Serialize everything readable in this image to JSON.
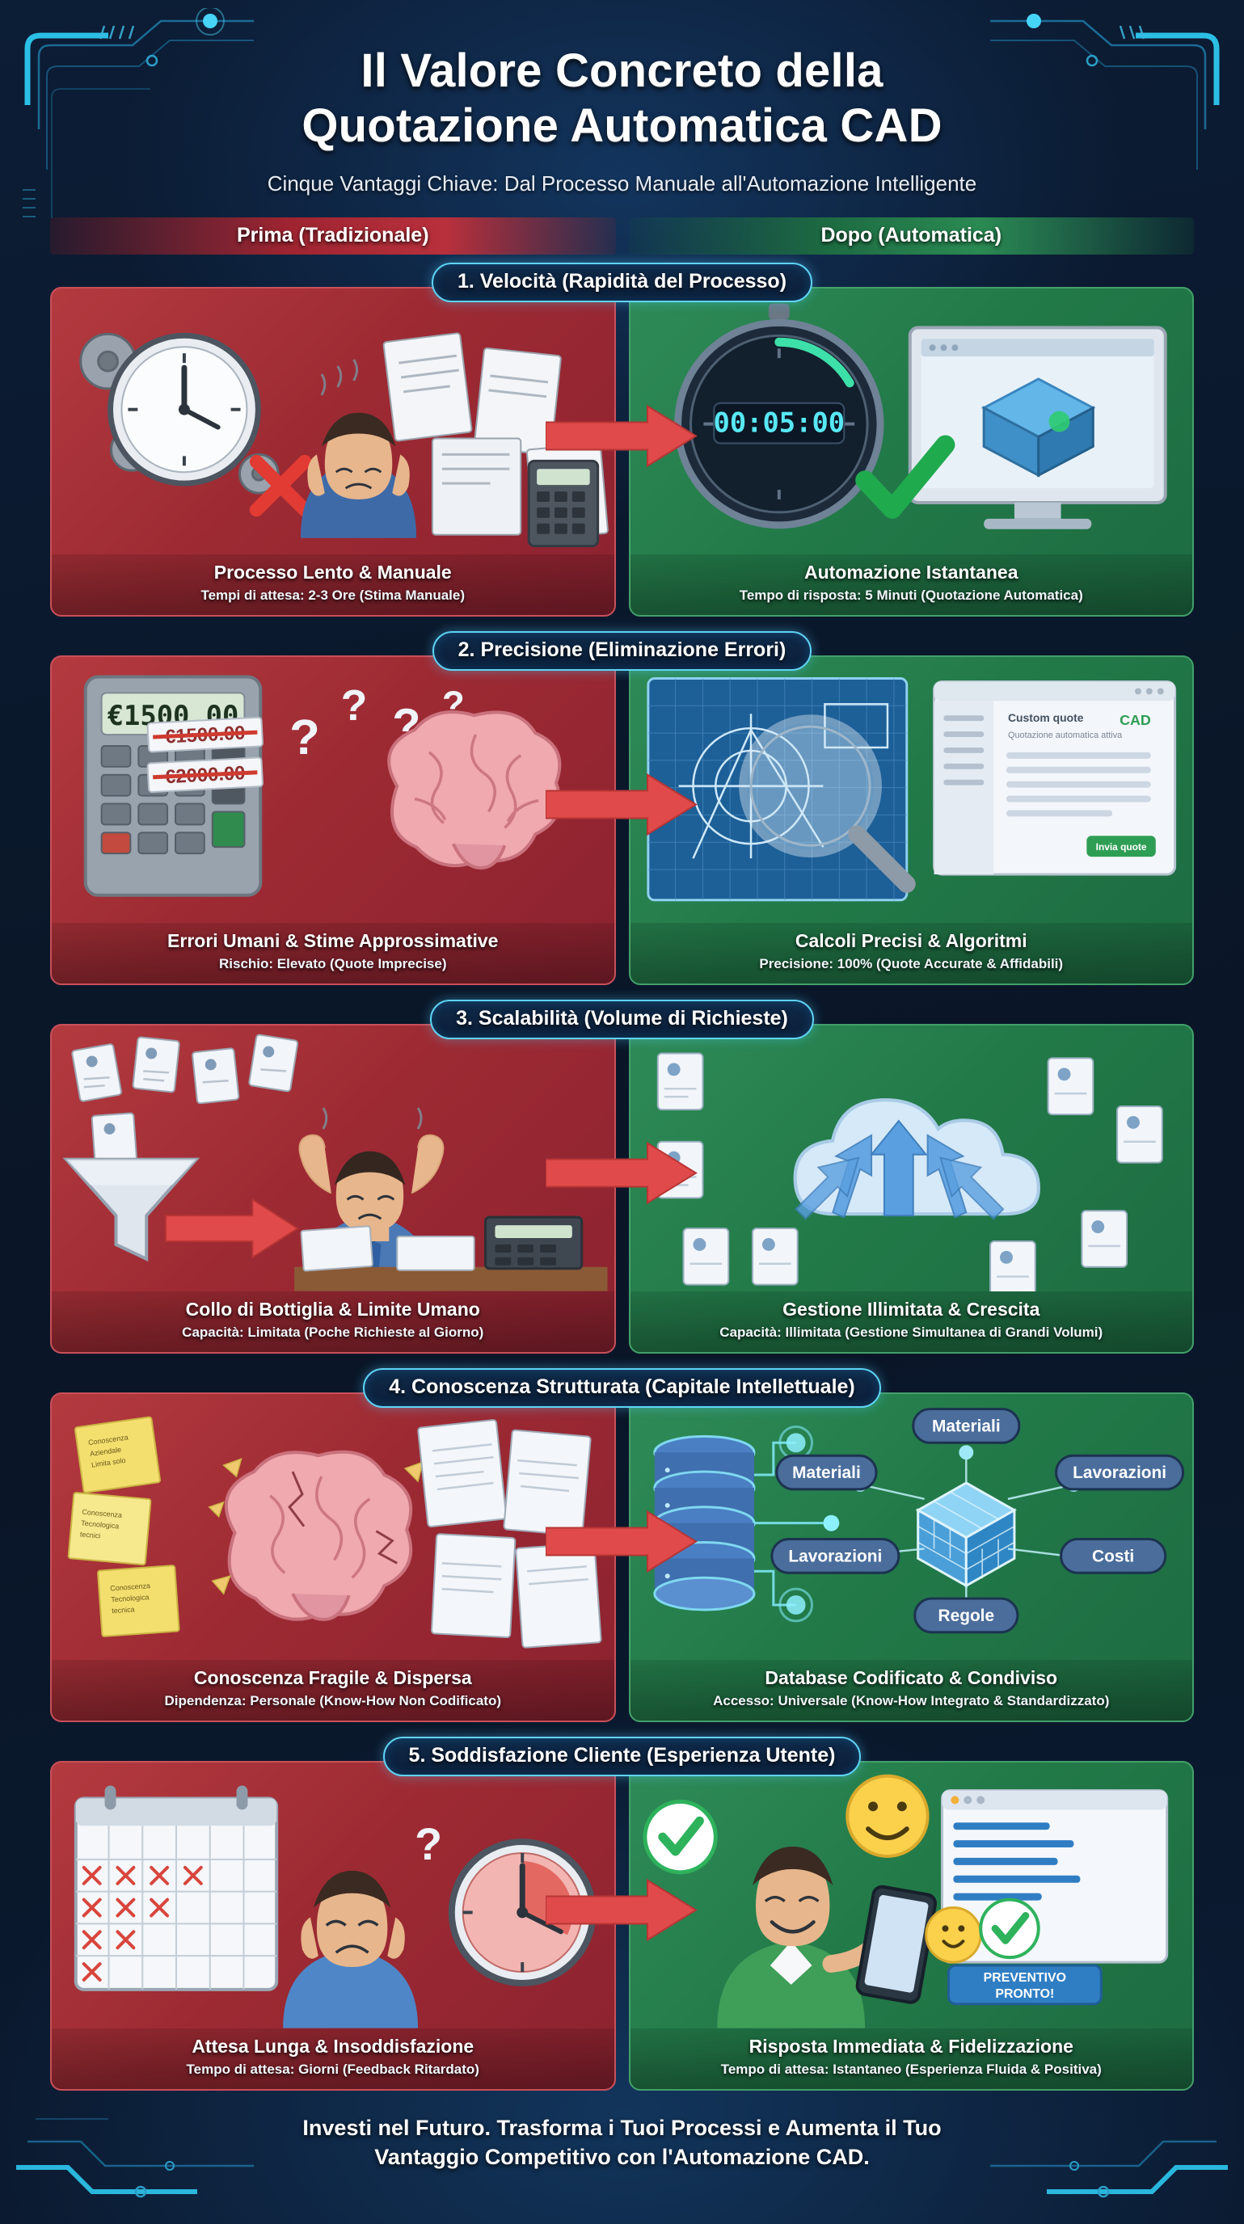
{
  "header": {
    "title_line1": "Il Valore Concreto della",
    "title_line2": "Quotazione Automatica CAD",
    "subtitle": "Cinque Vantaggi Chiave: Dal Processo Manuale all'Automazione Intelligente"
  },
  "columns": {
    "before_label": "Prima (Tradizionale)",
    "after_label": "Dopo (Automatica)"
  },
  "colors": {
    "before_panel": "#9d2a33",
    "after_panel": "#227a48",
    "badge_border": "#5fd4f5",
    "background": "#0a1628",
    "arrow": "#e04a4a",
    "spine": "#3aa7e0"
  },
  "rows": [
    {
      "badge": "1. Velocità (Rapidità del Processo)",
      "before": {
        "title": "Processo Lento & Manuale",
        "subtitle": "Tempi di attesa: 2-3 Ore (Stima Manuale)",
        "art": "analog-clock-gears-stressed-man-papers"
      },
      "after": {
        "title": "Automazione Istantanea",
        "subtitle": "Tempo di risposta: 5 Minuti (Quotazione Automatica)",
        "art": "digital-stopwatch-monitor-3d-model",
        "stopwatch_value": "00:05:00"
      }
    },
    {
      "badge": "2. Precisione (Eliminazione Errori)",
      "before": {
        "title": "Errori Umani & Stime Approssimative",
        "subtitle": "Rischio: Elevato (Quote Imprecise)",
        "art": "calculator-brain-question-marks",
        "calculator_display": "€1500.00",
        "crossed_values": [
          "€1500.00",
          "€2000.00"
        ],
        "question_marks": "? ? ? ?"
      },
      "after": {
        "title": "Calcoli Precisi & Algoritmi",
        "subtitle": "Precisione: 100% (Quote Accurate & Affidabili)",
        "art": "blueprint-magnifier-software-window",
        "window_title": "Custom quote",
        "window_subtitle": "Quotazione automatica attiva",
        "brand": "CAD",
        "button_label": "Invia quote"
      }
    },
    {
      "badge": "3. Scalabilità (Volume di Richieste)",
      "before": {
        "title": "Collo di Bottiglia & Limite Umano",
        "subtitle": "Capacità: Limitata (Poche Richieste al Giorno)",
        "art": "funnel-documents-overwhelmed-man-desk"
      },
      "after": {
        "title": "Gestione Illimitata & Crescita",
        "subtitle": "Capacità: Illimitata (Gestione Simultanea di Grandi Volumi)",
        "art": "cloud-with-arrows-documents"
      }
    },
    {
      "badge": "4. Conoscenza Strutturata (Capitale Intellettuale)",
      "before": {
        "title": "Conoscenza Fragile & Dispersa",
        "subtitle": "Dipendenza: Personale (Know-How Non Codificato)",
        "art": "sticky-notes-cracked-brain-scattered-papers",
        "note_labels": [
          "Conoscenza Aziendale Limita solo",
          "Conoscenza Tecnologica tecnici",
          "Conoscenza Tecnologica tecnica"
        ]
      },
      "after": {
        "title": "Database Codificato & Condiviso",
        "subtitle": "Accesso: Universale (Know-How Integrato & Standardizzato)",
        "art": "database-cylinder-network-cube-nodes",
        "nodes": [
          "Materiali",
          "Materiali",
          "Lavorazioni",
          "Lavorazioni",
          "Costi",
          "Regole"
        ]
      }
    },
    {
      "badge": "5. Soddisfazione Cliente (Esperienza Utente)",
      "before": {
        "title": "Attesa Lunga & Insoddisfazione",
        "subtitle": "Tempo di attesa: Giorni (Feedback Ritardato)",
        "art": "calendar-crossed-days-unhappy-man-clock"
      },
      "after": {
        "title": "Risposta Immediata & Fidelizzazione",
        "subtitle": "Tempo di attesa: Istantaneo (Esperienza Fluida & Positiva)",
        "art": "happy-man-phone-checkmark-smiley-browser",
        "badge_label": "PREVENTIVO PRONTO!"
      }
    }
  ],
  "footer": {
    "line1": "Investi nel Futuro. Trasforma i Tuoi Processi e Aumenta il Tuo",
    "line2": "Vantaggio Competitivo con l'Automazione CAD."
  }
}
